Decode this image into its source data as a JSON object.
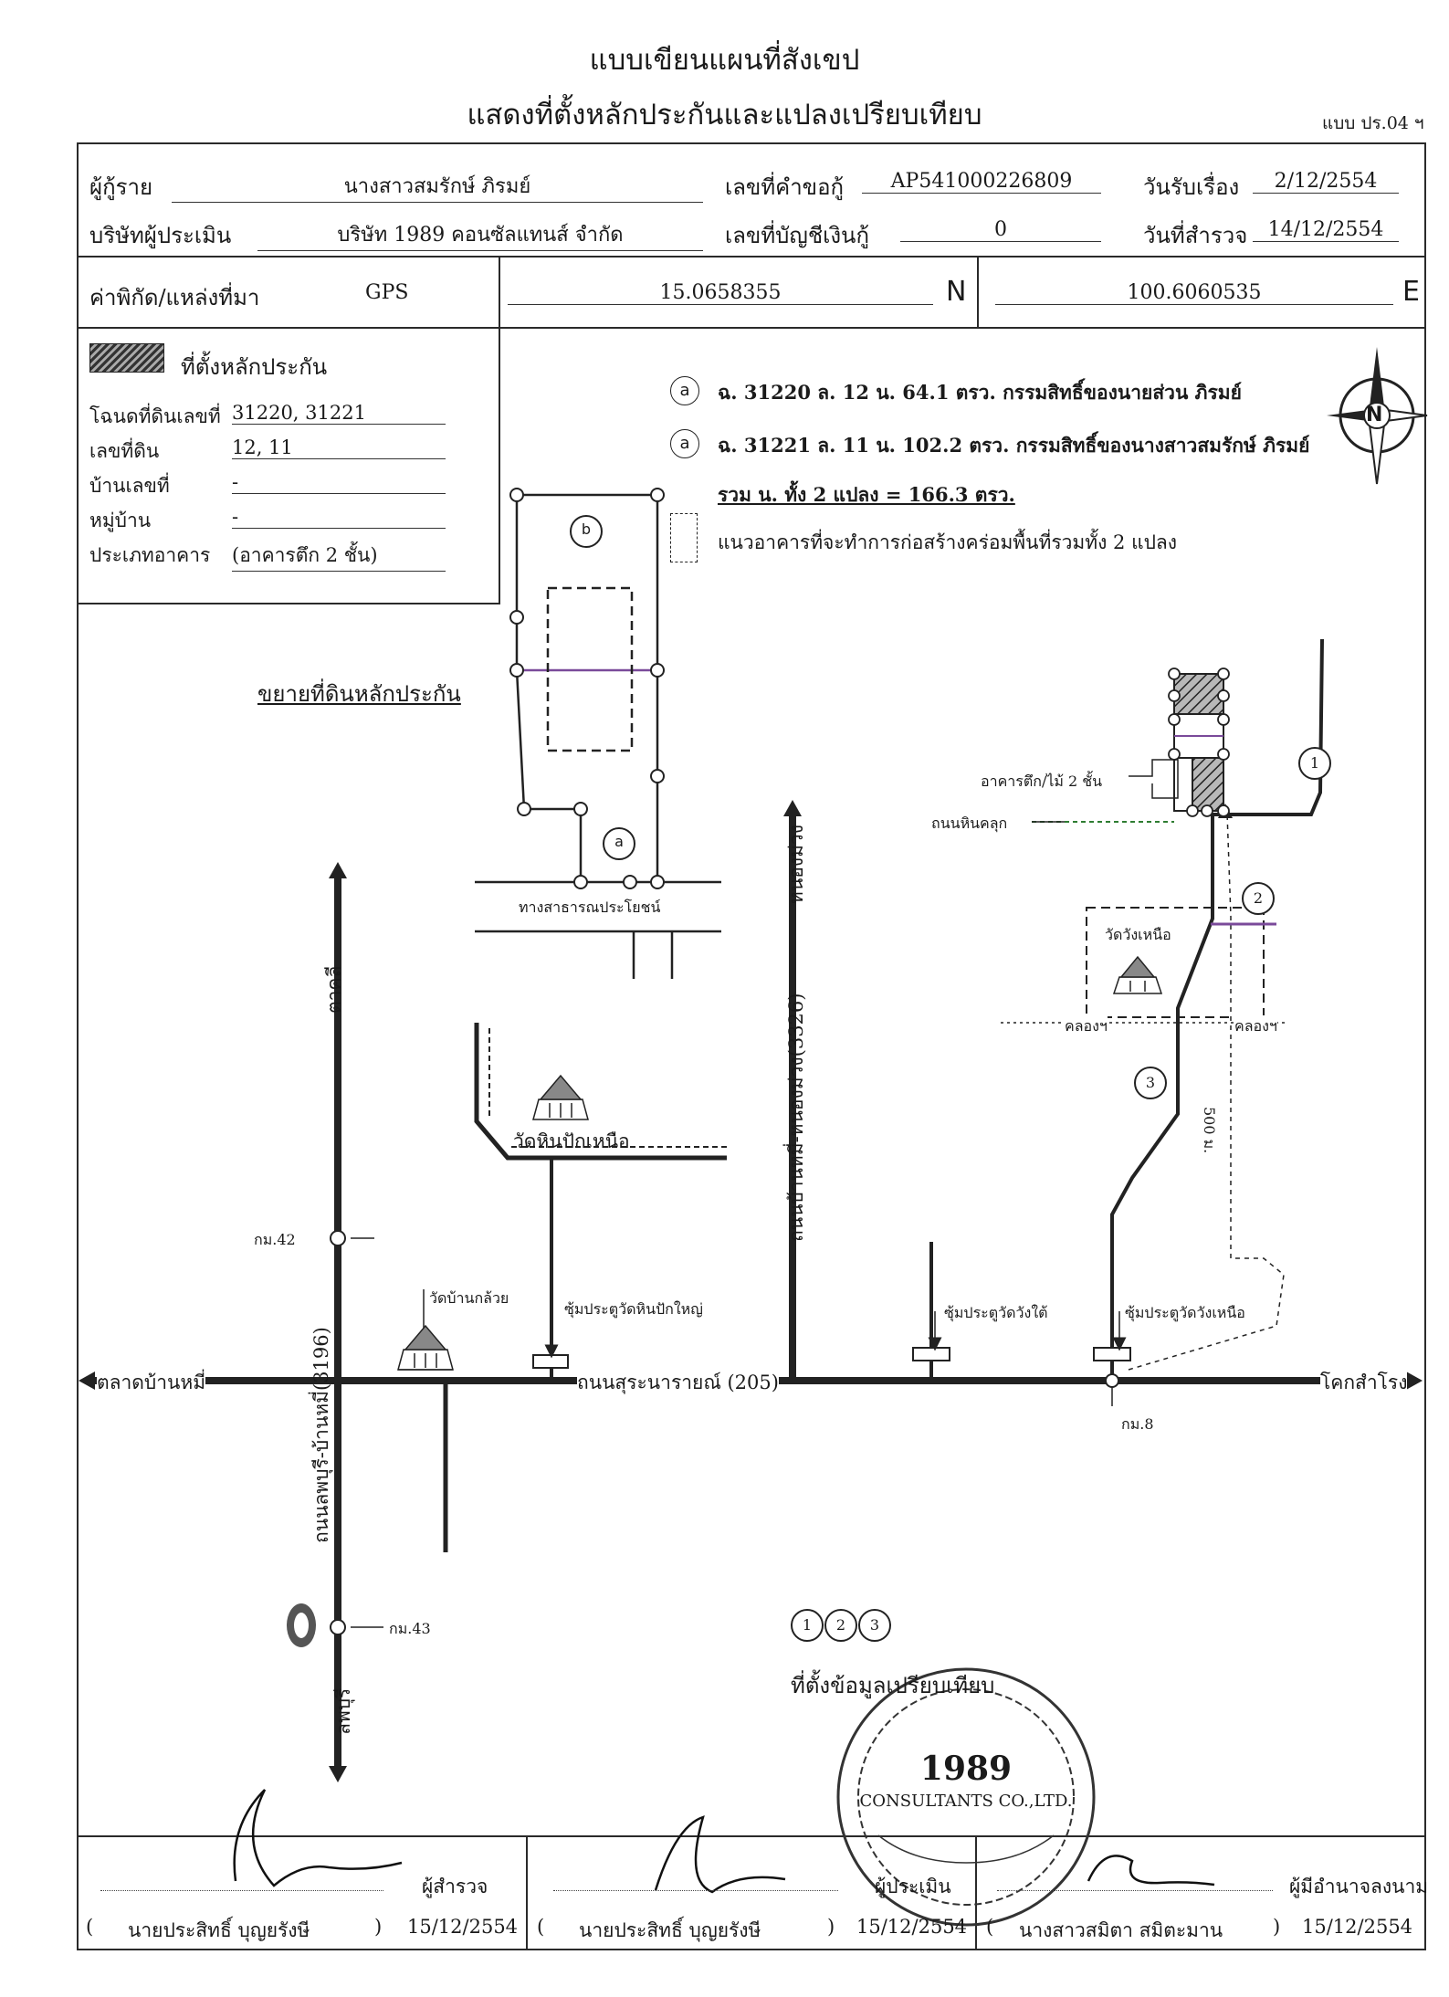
{
  "header": {
    "title_line1": "แบบเขียนแผนที่สังเขป",
    "title_line2": "แสดงที่ตั้งหลักประกันและแปลงเปรียบเทียบ",
    "form_code": "แบบ ปร.04 ฯ"
  },
  "info": {
    "borrower_label": "ผู้กู้ราย",
    "borrower_value": "นางสาวสมรักษ์ ภิรมย์",
    "loan_request_label": "เลขที่คำขอกู้",
    "loan_request_value": "AP541000226809",
    "received_label": "วันรับเรื่อง",
    "received_value": "2/12/2554",
    "appraiser_company_label": "บริษัทผู้ประเมิน",
    "appraiser_company_value": "บริษัท 1989 คอนซัลแทนส์ จำกัด",
    "account_label": "เลขที่บัญชีเงินกู้",
    "account_value": "0",
    "survey_date_label": "วันที่สำรวจ",
    "survey_date_value": "14/12/2554"
  },
  "coords": {
    "label": "ค่าพิกัด/แหล่งที่มา",
    "source": "GPS",
    "lat": "15.0658355",
    "lat_suffix": "N",
    "lon": "100.6060535",
    "lon_suffix": "E"
  },
  "legend_box": {
    "collateral_label": "ที่ตั้งหลักประกัน",
    "deed_label": "โฉนดที่ดินเลขที่",
    "deed_value": "31220, 31221",
    "land_no_label": "เลขที่ดิน",
    "land_no_value": "12, 11",
    "house_no_label": "บ้านเลขที่",
    "house_no_value": "-",
    "village_label": "หมู่บ้าน",
    "village_value": "-",
    "building_type_label": "ประเภทอาคาร",
    "building_type_value": "(อาคารตึก 2 ชั้น)"
  },
  "plot_notes": {
    "marker_a": "a",
    "marker_b": "b",
    "note_a": "ฉ. 31220 ล. 12 น. 64.1 ตรว. กรรมสิทธิ์ของนายส่วน ภิรมย์",
    "note_b": "ฉ. 31221 ล. 11 น. 102.2 ตรว. กรรมสิทธิ์ของนางสาวสมรักษ์ ภิรมย์",
    "total": "รวม น. ทั้ง 2 แปลง  =  166.3 ตรว.",
    "building_line": "แนวอาคารที่จะทำการก่อสร้างคร่อมพื้นที่รวมทั้ง 2 แปลง",
    "enlarge_title": "ขยายที่ดินหลักประกัน",
    "public_way": "ทางสาธารณประโยชน์",
    "compass_letter": "N"
  },
  "map_labels": {
    "road_lopburi_top": "ตาคลี",
    "road_lopburi": "ถนนลพบุรี-บ้านหมี่(3196)",
    "road_lopburi_bottom": "ลพบุรี",
    "road_nongmuang_top": "หนองม่วง",
    "road_nongmuang": "ถนนบ้านหมี่-หนองม่วง(3326)",
    "market": "ตลาดบ้านหมี่",
    "suranarai": "ถนนสุระนารายณ์ (205)",
    "khok_samrong": "โคกสำโรง",
    "km42": "กม.42",
    "km43": "กม.43",
    "km8": "กม.8",
    "wat_ban_kluai": "วัดบ้านกล้วย",
    "wat_hin_pak_nuea": "วัดหินปักเหนือ",
    "gate_hin_pak_yai": "ซุ้มประตูวัดหินปักใหญ่",
    "gate_wang_tai": "ซุ้มประตูวัดวังใต้",
    "gate_wang_nuea": "ซุ้มประตูวัดวังเหนือ",
    "wat_wang_nuea": "วัดวังเหนือ",
    "canal_left": "คลองฯ",
    "canal_right": "คลองฯ",
    "distance": "500 ม.",
    "building_note": "อาคารตึก/ไม้ 2 ชั้น",
    "laterite_road": "ถนนหินคลุก",
    "comp1": "1",
    "comp2": "2",
    "comp3": "3",
    "comp_legend": "ที่ตั้งข้อมูลเปรียบเทียบ"
  },
  "stamp": {
    "number": "1989",
    "name": "CONSULTANTS CO.,LTD."
  },
  "signatures": {
    "surveyor_role": "ผู้สำรวจ",
    "surveyor_name": "นายประสิทธิ์ บุญยรังษี",
    "surveyor_date": "15/12/2554",
    "appraiser_role": "ผู้ประเมิน",
    "appraiser_name": "นายประสิทธิ์ บุญยรังษี",
    "appraiser_date": "15/12/2554",
    "authority_role": "ผู้มีอำนาจลงนาม",
    "authority_name": "นางสาวสมิตา สมิตะมาน",
    "authority_date": "15/12/2554"
  },
  "colors": {
    "ink": "#1a1a1a",
    "purple_line": "#7a4a9a",
    "green_dash": "#2e7d32"
  }
}
